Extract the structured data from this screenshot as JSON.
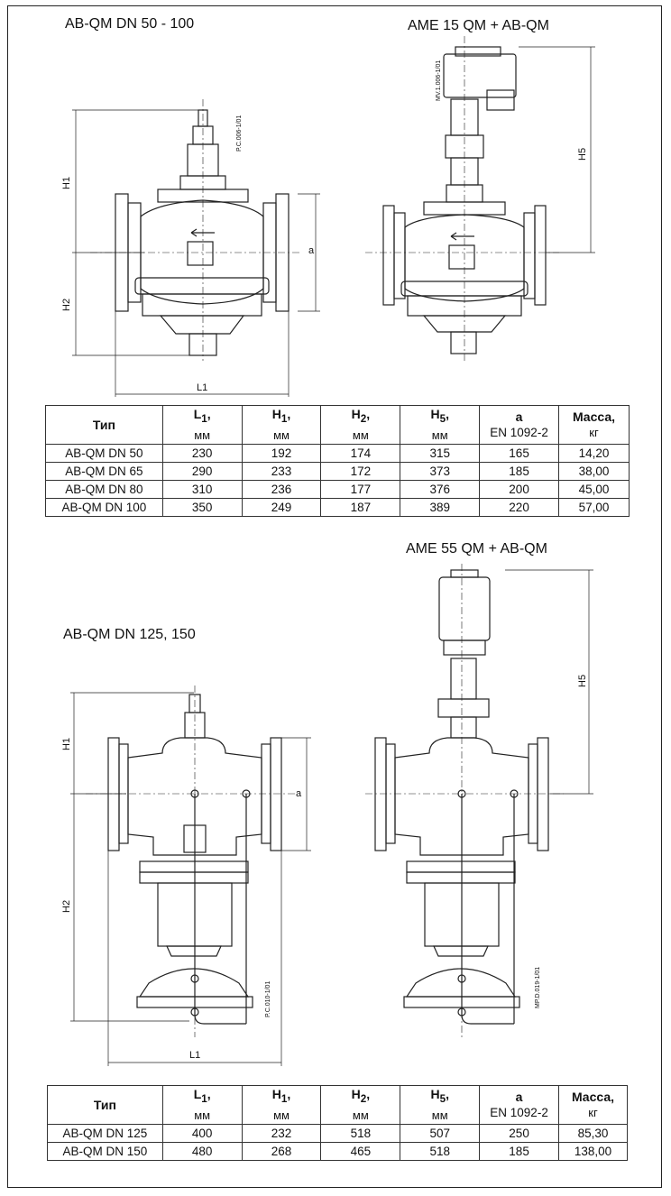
{
  "titles": {
    "top_left": "AB-QM DN 50 - 100",
    "top_right": "AME 15 QM + AB-QM",
    "bottom_left": "AB-QM DN 125, 150",
    "bottom_right": "AME 55 QM + AB-QM"
  },
  "drawing_codes": {
    "d1": "P.C.006-1/01",
    "d2": "MV.1.006-1/01",
    "d3": "P.C.010-1/01",
    "d4": "MP.D.019-1/01"
  },
  "dims": {
    "h1": "H1",
    "h2": "H2",
    "h5": "H5",
    "a": "a",
    "l1": "L1"
  },
  "table_headers": {
    "type": "Тип",
    "l1": "L",
    "h1": "H",
    "h2": "H",
    "h5": "H",
    "sub1": "1",
    "sub2": "2",
    "sub5": "5",
    "comma": ",",
    "unit_mm": "мм",
    "a": "a",
    "a_std": "EN 1092-2",
    "mass": "Масса,",
    "unit_kg": "кг"
  },
  "table1": [
    {
      "type": "AB-QM DN 50",
      "l1": "230",
      "h1": "192",
      "h2": "174",
      "h5": "315",
      "a": "165",
      "mass": "14,20"
    },
    {
      "type": "AB-QM DN 65",
      "l1": "290",
      "h1": "233",
      "h2": "172",
      "h5": "373",
      "a": "185",
      "mass": "38,00"
    },
    {
      "type": "AB-QM DN 80",
      "l1": "310",
      "h1": "236",
      "h2": "177",
      "h5": "376",
      "a": "200",
      "mass": "45,00"
    },
    {
      "type": "AB-QM DN 100",
      "l1": "350",
      "h1": "249",
      "h2": "187",
      "h5": "389",
      "a": "220",
      "mass": "57,00"
    }
  ],
  "table2": [
    {
      "type": "AB-QM DN 125",
      "l1": "400",
      "h1": "232",
      "h2": "518",
      "h5": "507",
      "a": "250",
      "mass": "85,30"
    },
    {
      "type": "AB-QM DN 150",
      "l1": "480",
      "h1": "268",
      "h2": "465",
      "h5": "518",
      "a": "185",
      "mass": "138,00"
    }
  ]
}
